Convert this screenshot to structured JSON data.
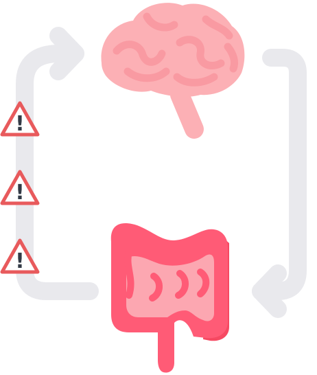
{
  "diagram": {
    "kind": "gut-brain-axis-cycle",
    "nodes": [
      {
        "id": "brain",
        "icon": "brain-icon"
      },
      {
        "id": "intestine",
        "icon": "intestine-icon"
      }
    ],
    "connectors": [
      {
        "from": "brain",
        "to": "intestine",
        "side": "right",
        "icon": "arrow-down-left-icon"
      },
      {
        "from": "intestine",
        "to": "brain",
        "side": "left",
        "icon": "arrow-up-right-icon"
      }
    ],
    "warnings": {
      "icon": "warning-triangle-icon",
      "count": 3,
      "side": "left",
      "glyph": "!"
    }
  },
  "colors": {
    "connector": "#e9e9ed",
    "brain_base": "#fcb0b5",
    "brain_fold": "#f99aa2",
    "intestine_outer": "#ff5b76",
    "intestine_inner": "#fca7b1",
    "intestine_shadow": "#f64962",
    "warning_fill": "#ffffff",
    "warning_stroke": "#e85a5c",
    "warning_mark": "#333a46"
  }
}
